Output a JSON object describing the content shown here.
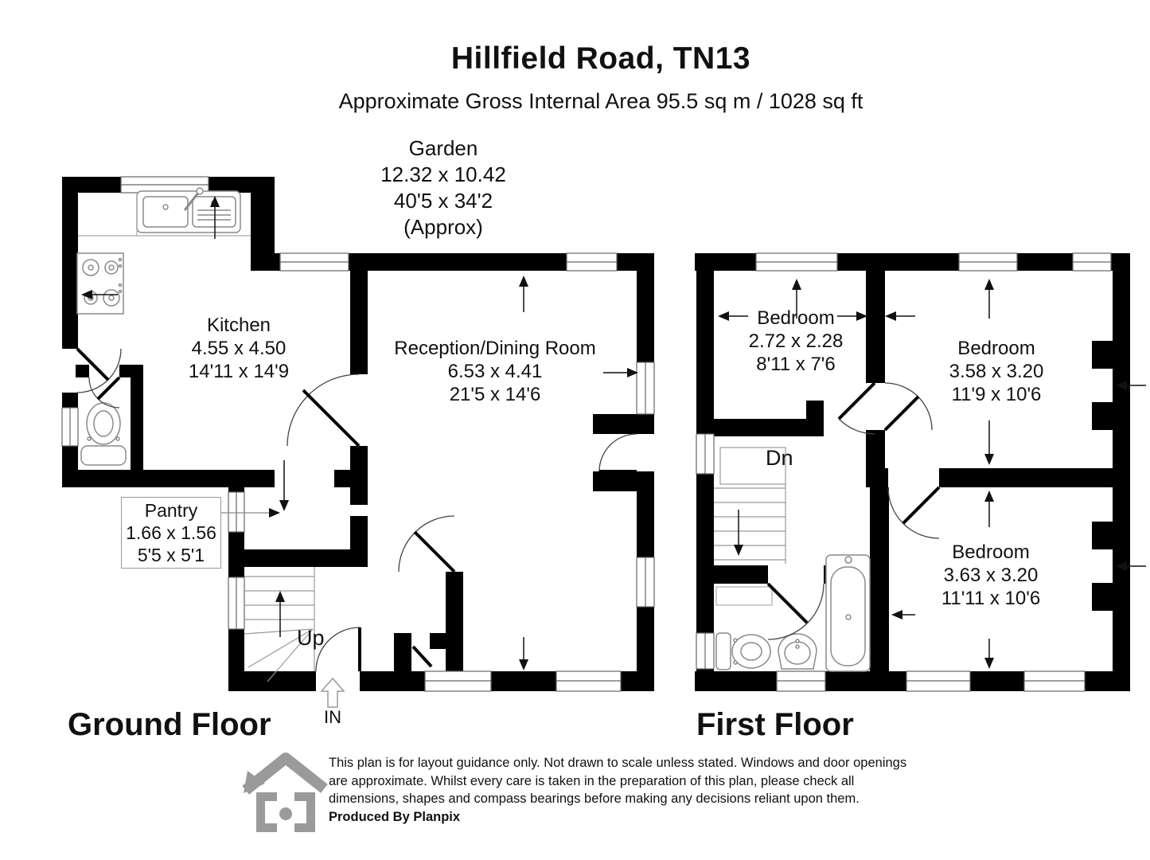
{
  "header": {
    "title": "Hillfield Road, TN13",
    "subtitle": "Approximate Gross Internal Area  95.5 sq m / 1028 sq ft"
  },
  "garden": {
    "name": "Garden",
    "metric": "12.32 x 10.42",
    "imperial": "40'5 x 34'2",
    "approx": "(Approx)"
  },
  "ground_floor": {
    "heading": "Ground Floor",
    "stairs_label": "Up",
    "entrance_label": "IN",
    "rooms": {
      "kitchen": {
        "name": "Kitchen",
        "metric": "4.55 x 4.50",
        "imperial": "14'11 x 14'9"
      },
      "reception": {
        "name": "Reception/Dining Room",
        "metric": "6.53 x 4.41",
        "imperial": "21'5 x 14'6"
      },
      "pantry": {
        "name": "Pantry",
        "metric": "1.66 x 1.56",
        "imperial": "5'5 x 5'1"
      }
    }
  },
  "first_floor": {
    "heading": "First Floor",
    "stairs_label": "Dn",
    "rooms": {
      "bedroom1": {
        "name": "Bedroom",
        "metric": "2.72 x 2.28",
        "imperial": "8'11 x 7'6"
      },
      "bedroom2": {
        "name": "Bedroom",
        "metric": "3.58 x 3.20",
        "imperial": "11'9 x 10'6"
      },
      "bedroom3": {
        "name": "Bedroom",
        "metric": "3.63 x 3.20",
        "imperial": "11'11 x 10'6"
      }
    }
  },
  "footer": {
    "disclaimer_lines": [
      "This plan is for layout guidance only. Not drawn to scale unless stated. Windows and door openings",
      "are approximate. Whilst every care is taken in the preparation of this plan, please check all",
      "dimensions, shapes and compass bearings before making any decisions reliant upon them."
    ],
    "produced_by": "Produced By Planpix"
  },
  "colors": {
    "wall": "#000000",
    "window_line": "#666666",
    "fixture_line": "#8a8a8a",
    "logo_gray": "#9a9a9a"
  }
}
